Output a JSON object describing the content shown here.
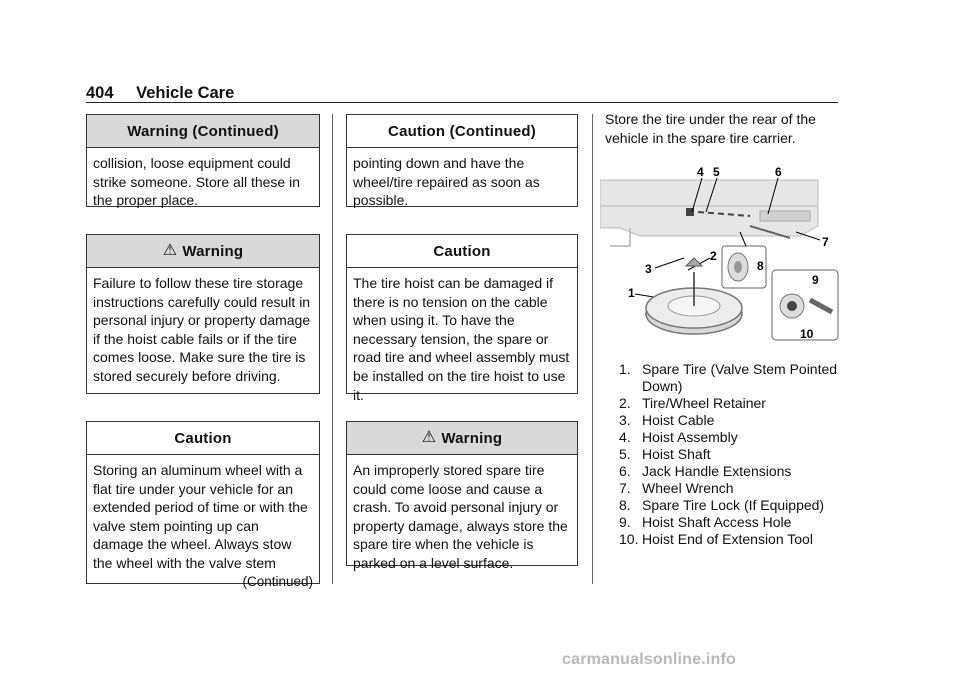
{
  "header": {
    "page_number": "404",
    "section_title": "Vehicle Care"
  },
  "left_column": {
    "warning_continued": {
      "title": "Warning  (Continued)",
      "body": "collision, loose equipment could strike someone. Store all these in the proper place."
    },
    "warning": {
      "title": "Warning",
      "body": "Failure to follow these tire storage instructions carefully could result in personal injury or property damage if the hoist cable fails or if the tire comes loose. Make sure the tire is stored securely before driving."
    },
    "caution": {
      "title": "Caution",
      "body": "Storing an aluminum wheel with a flat tire under your vehicle for an extended period of time or with the valve stem pointing up can damage the wheel. Always stow the wheel with the valve stem",
      "continued": "(Continued)"
    }
  },
  "middle_column": {
    "caution_continued": {
      "title": "Caution  (Continued)",
      "body": "pointing down and have the wheel/tire repaired as soon as possible."
    },
    "caution": {
      "title": "Caution",
      "body": "The tire hoist can be damaged if there is no tension on the cable when using it. To have the necessary tension, the spare or road tire and wheel assembly must be installed on the tire hoist to use it."
    },
    "warning": {
      "title": "Warning",
      "body": "An improperly stored spare tire could come loose and cause a crash. To avoid personal injury or property damage, always store the spare tire when the vehicle is parked on a level surface."
    }
  },
  "right_column": {
    "intro": "Store the tire under the rear of the vehicle in the spare tire carrier.",
    "figure_callouts": [
      "1",
      "2",
      "3",
      "4",
      "5",
      "6",
      "7",
      "8",
      "9",
      "10"
    ],
    "legend": [
      {
        "num": "1.",
        "text": "Spare Tire (Valve Stem Pointed Down)"
      },
      {
        "num": "2.",
        "text": "Tire/Wheel Retainer"
      },
      {
        "num": "3.",
        "text": "Hoist Cable"
      },
      {
        "num": "4.",
        "text": "Hoist Assembly"
      },
      {
        "num": "5.",
        "text": "Hoist Shaft"
      },
      {
        "num": "6.",
        "text": "Jack Handle Extensions"
      },
      {
        "num": "7.",
        "text": "Wheel Wrench"
      },
      {
        "num": "8.",
        "text": "Spare Tire Lock (If Equipped)"
      },
      {
        "num": "9.",
        "text": "Hoist Shaft Access Hole"
      },
      {
        "num": "10.",
        "text": "Hoist End of Extension Tool"
      }
    ]
  },
  "watermark": "carmanualsonline.info"
}
